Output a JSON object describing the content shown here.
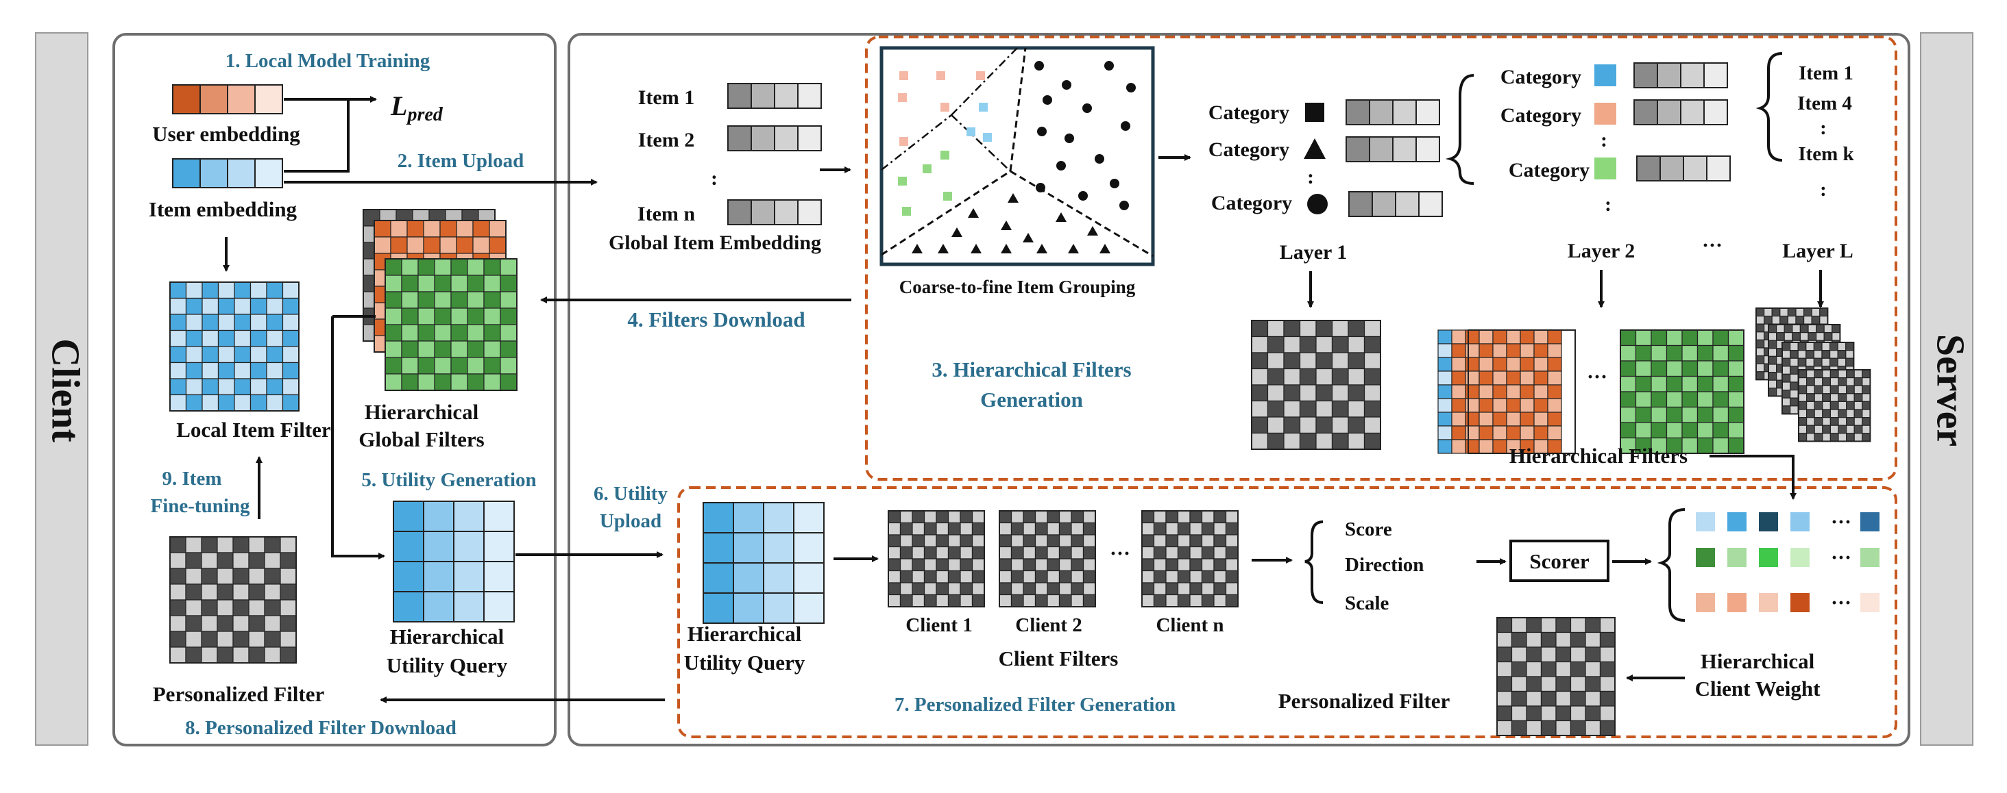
{
  "sides": {
    "client": "Client",
    "server": "Server"
  },
  "steps": {
    "s1": "1. Local Model Training",
    "s2": "2. Item Upload",
    "s3a": "3. Hierarchical Filters",
    "s3b": "Generation",
    "s4": "4. Filters Download",
    "s5": "5. Utility  Generation",
    "s6a": "6. Utility",
    "s6b": "Upload",
    "s7": "7. Personalized Filter Generation",
    "s8": "8. Personalized Filter Download",
    "s9a": "9. Item",
    "s9b": "Fine-tuning"
  },
  "client": {
    "user_embedding": "User embedding",
    "item_embedding": "Item embedding",
    "loss_main": "L",
    "loss_sub": "pred",
    "local_item_filter": "Local Item Filter",
    "hier_global_1": "Hierarchical",
    "hier_global_2": "Global Filters",
    "hier_query_1": "Hierarchical",
    "hier_query_2": "Utility Query",
    "personalized_filter": "Personalized Filter"
  },
  "server": {
    "items": [
      "Item  1",
      "Item  2",
      "Item  n"
    ],
    "item_dots": ":",
    "global_item_embedding": "Global  Item  Embedding",
    "grouping_label": "Coarse-to-fine Item Grouping",
    "category": "Category",
    "cat_dots": ":",
    "layers": [
      "Layer  1",
      "Layer  2",
      "Layer  L"
    ],
    "layer_ellipsis": "···",
    "right_items": [
      "Item  1",
      "Item  4",
      "Item  k"
    ],
    "hierarchical_filters": "Hierarchical Filters",
    "hier_query_1": "Hierarchical",
    "hier_query_2": "Utility Query",
    "clients": [
      "Client  1",
      "Client  2",
      "Client  n"
    ],
    "client_filters": "Client Filters",
    "metrics": [
      "Score",
      "Direction",
      "Scale"
    ],
    "scorer": "Scorer",
    "hier_weight_1": "Hierarchical",
    "hier_weight_2": "Client Weight",
    "personalized_filter": "Personalized Filter",
    "ellipsis": "···"
  },
  "colors": {
    "blue_accent": "#2c6e8e",
    "orange_dash": "#c8581f",
    "panel_stroke": "#6e6e6e",
    "side_bar": "#d9d9d9",
    "grid_dark": "#4a4a4a",
    "grid_light": "#d0d0d0",
    "blue_grid": "#4aa9df",
    "blue_grid_light": "#c9e3f5",
    "orange_grid": "#d9652a",
    "orange_grid_light": "#f0b598",
    "green_grid": "#3f8f3a",
    "green_grid_light": "#8fd68a"
  }
}
